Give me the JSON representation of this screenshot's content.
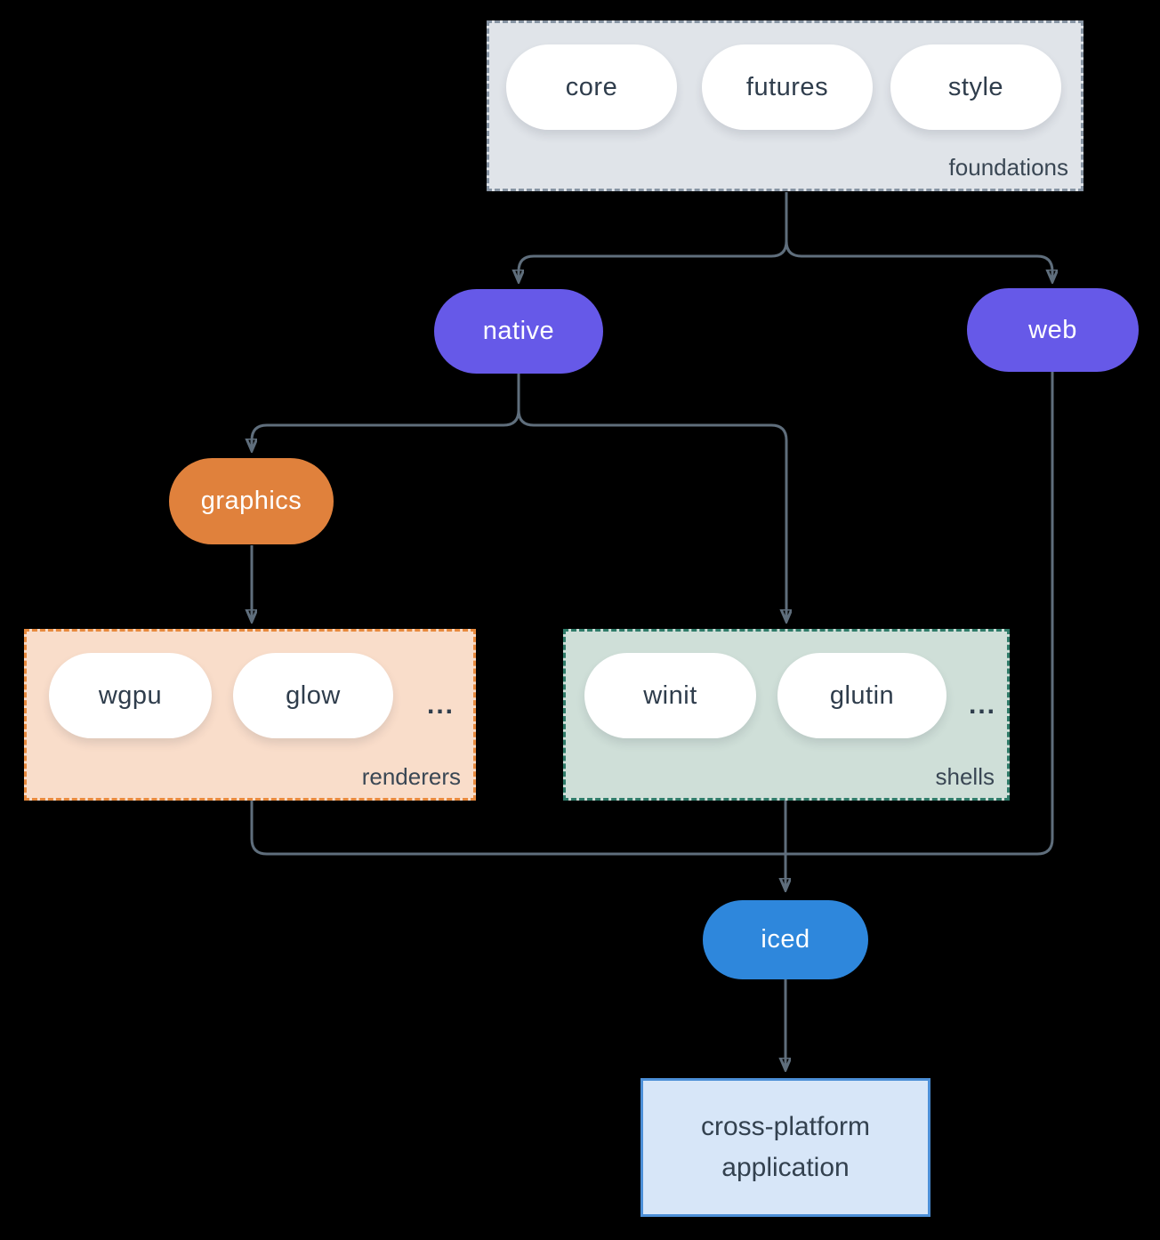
{
  "diagram": {
    "nodes": {
      "core": "core",
      "futures": "futures",
      "style": "style",
      "native": "native",
      "web": "web",
      "graphics": "graphics",
      "wgpu": "wgpu",
      "glow": "glow",
      "winit": "winit",
      "glutin": "glutin",
      "iced": "iced",
      "app": "cross-platform application"
    },
    "groups": {
      "foundations": "foundations",
      "renderers": "renderers",
      "shells": "shells"
    },
    "ellipsis": "...",
    "edges": [
      {
        "from": "foundations",
        "to": "native"
      },
      {
        "from": "foundations",
        "to": "web"
      },
      {
        "from": "native",
        "to": "graphics"
      },
      {
        "from": "native",
        "to": "shells"
      },
      {
        "from": "graphics",
        "to": "renderers"
      },
      {
        "from": "renderers",
        "to": "iced"
      },
      {
        "from": "shells",
        "to": "iced"
      },
      {
        "from": "web",
        "to": "iced"
      },
      {
        "from": "iced",
        "to": "cross-platform application"
      }
    ],
    "colors": {
      "background": "#000000",
      "edge": "#5f6e7c",
      "purple_node": "#6659e8",
      "orange_node": "#e0813c",
      "blue_node": "#2e87dc",
      "foundations_fill": "#e0e4e9",
      "foundations_border": "#8794a3",
      "renderers_fill": "#f9ddca",
      "renderers_border": "#e88a3e",
      "shells_fill": "#cfdfd8",
      "shells_border": "#2f7b69",
      "app_fill": "#d7e6f8",
      "app_border": "#4c8fd7",
      "dark_text": "#2f3d4c"
    }
  }
}
